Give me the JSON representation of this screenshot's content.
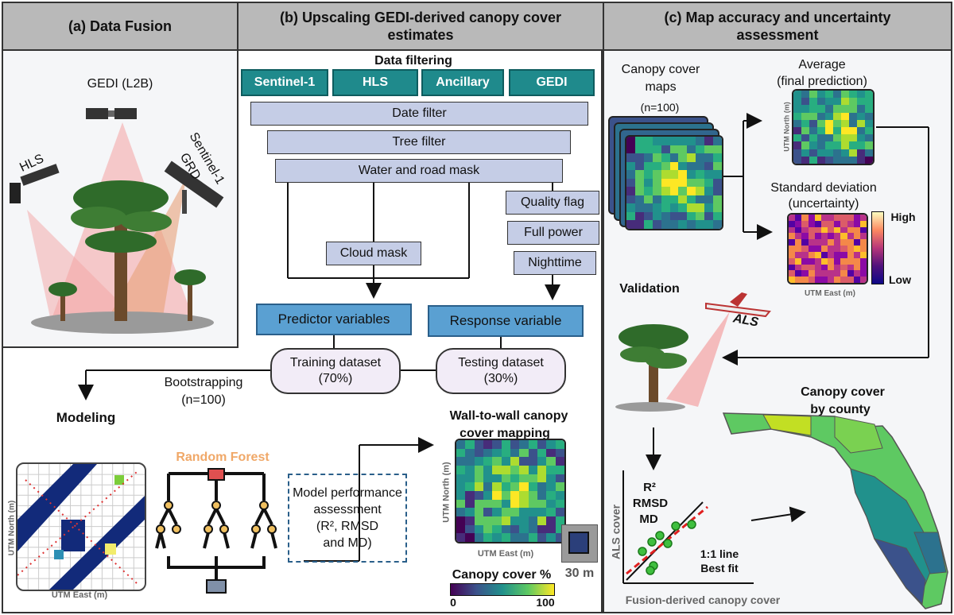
{
  "panels": {
    "a_title": "(a) Data Fusion",
    "b_title": "(b) Upscaling GEDI-derived canopy cover estimates",
    "c_title": "(c) Map accuracy and uncertainty assessment"
  },
  "fusion": {
    "gedi": "GEDI (L2B)",
    "hls": "HLS",
    "sentinel": "Sentinel-1",
    "grd": "GRD"
  },
  "filtering": {
    "title": "Data filtering",
    "sources": [
      "Sentinel-1",
      "HLS",
      "Ancillary",
      "GEDI"
    ],
    "date_filter": "Date filter",
    "tree_filter": "Tree filter",
    "water_road": "Water and road mask",
    "quality_flag": "Quality flag",
    "full_power": "Full power",
    "nighttime": "Nighttime",
    "cloud_mask": "Cloud mask"
  },
  "variables": {
    "predictor": "Predictor variables",
    "response": "Response variable"
  },
  "datasets": {
    "training": "Training dataset",
    "training_pct": "(70%)",
    "testing": "Testing dataset",
    "testing_pct": "(30%)"
  },
  "modeling": {
    "bootstrapping": "Bootstrapping",
    "n": "(n=100)",
    "label": "Modeling",
    "random_forest": "Random Forest",
    "utm_north": "UTM North (m)",
    "utm_east": "UTM East (m)",
    "performance": [
      "Model performance",
      "assessment",
      "(R², RMSD",
      "and MD)"
    ]
  },
  "mapping": {
    "title1": "Wall-to-wall canopy",
    "title2": "cover mapping",
    "utm_north": "UTM North (m)",
    "utm_east": "UTM East (m)",
    "pixel": "30 m",
    "legend_title": "Canopy cover %",
    "legend_min": "0",
    "legend_max": "100"
  },
  "accuracy": {
    "maps1": "Canopy cover",
    "maps2": "maps",
    "maps_n": "(n=100)",
    "average1": "Average",
    "average2": "(final prediction)",
    "sd1": "Standard deviation",
    "sd2": "(uncertainty)",
    "high": "High",
    "low": "Low",
    "utm_north": "UTM North (m)",
    "utm_east": "UTM East (m)",
    "validation": "Validation",
    "als": "ALS",
    "county1": "Canopy cover",
    "county2": "by county",
    "r2": "R²",
    "rmsd": "RMSD",
    "md": "MD",
    "one_to_one": "1:1 line",
    "best_fit": "Best fit",
    "als_cover": "ALS cover",
    "fusion_cover": "Fusion-derived canopy cover"
  },
  "colors": {
    "teal": "#1f8a8c",
    "filter": "#c5cde6",
    "blue_box": "#5aa0d2",
    "header": "#b9b9b9",
    "random_forest": "#f0a868"
  }
}
